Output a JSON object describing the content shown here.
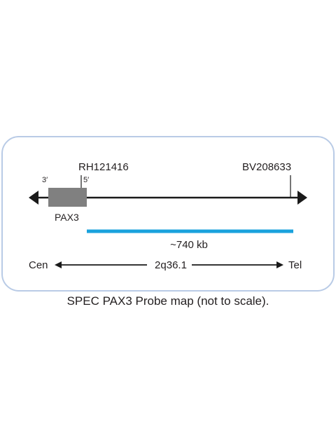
{
  "diagram": {
    "labels": {
      "probe_left": "RH121416",
      "probe_right": "BV208633",
      "strand_3prime": "3′",
      "strand_5prime": "5′",
      "gene": "PAX3",
      "size": "~740 kb",
      "centromere": "Cen",
      "telomere": "Tel",
      "band": "2q36.1"
    },
    "colors": {
      "frame_border": "#b9cbe6",
      "line": "#1a1a1a",
      "gene_box": "#808080",
      "probe_bar": "#1aa2dd"
    }
  },
  "caption": "SPEC PAX3 Probe map (not to scale)."
}
